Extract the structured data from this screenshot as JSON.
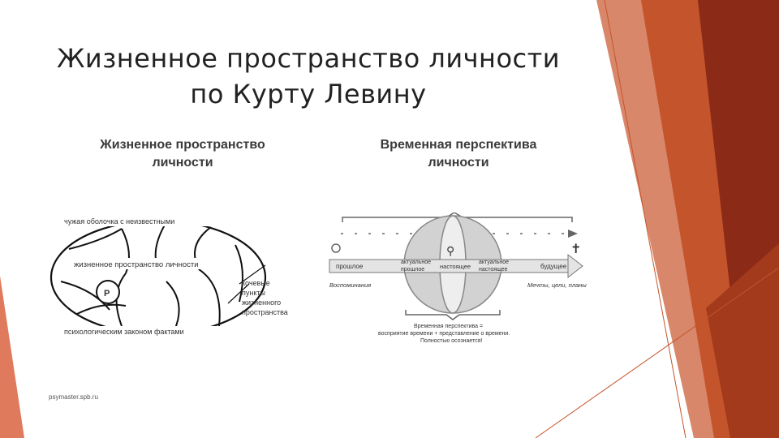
{
  "title": {
    "line1": "Жизненное пространство личности",
    "line2": "по Курту Левину"
  },
  "left_column": {
    "heading_line1": "Жизненное пространство",
    "heading_line2": "личности",
    "diagram": {
      "label_top": "чужая оболочка с неизвестными",
      "label_inner": "жизненное пространство личности",
      "center_label": "P",
      "label_right_1": "кочевые",
      "label_right_2": "пункты",
      "label_right_3": "жизненного",
      "label_right_4": "пространства",
      "label_bottom": "психологическим законом фактами"
    }
  },
  "right_column": {
    "heading_line1": "Временная перспектива",
    "heading_line2": "личности",
    "diagram": {
      "past_label": "прошлое",
      "actual_past_label_1": "актуальное",
      "actual_past_label_2": "прошлое",
      "present_label": "настоящее",
      "actual_future_label_1": "актуальное",
      "actual_future_label_2": "настоящее",
      "future_label": "будущее",
      "left_caption": "Воспоминания",
      "right_caption": "Мечты, цели, планы",
      "bottom_caption_1": "Временная перспектива =",
      "bottom_caption_2": "восприятие времени + представление о времени.",
      "bottom_caption_3": "Полностью осознается!"
    }
  },
  "footer": {
    "source": "psymaster.spb.ru"
  },
  "colors": {
    "accent_dark": "#8b2a16",
    "accent_mid": "#c4542b",
    "accent_light": "#e0795a"
  }
}
